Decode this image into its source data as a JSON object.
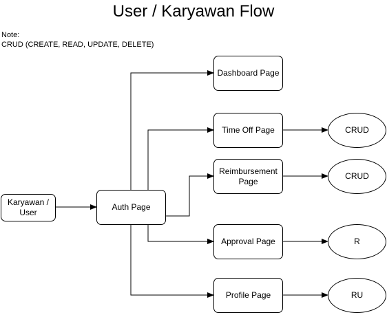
{
  "title": "User / Karyawan Flow",
  "note": {
    "heading": "Note:",
    "text": "CRUD (CREATE, READ, UPDATE, DELETE)"
  },
  "nodes": {
    "karyawan": "Karyawan / User",
    "auth": "Auth Page",
    "dashboard": "Dashboard Page",
    "timeoff": "Time Off Page",
    "reimbursement": "Reimbursement Page",
    "approval": "Approval Page",
    "profile": "Profile Page",
    "timeoff_ops": "CRUD",
    "reimbursement_ops": "CRUD",
    "approval_ops": "R",
    "profile_ops": "RU"
  },
  "edges": [
    {
      "from": "karyawan",
      "to": "auth"
    },
    {
      "from": "auth",
      "to": "dashboard"
    },
    {
      "from": "auth",
      "to": "timeoff"
    },
    {
      "from": "auth",
      "to": "reimbursement"
    },
    {
      "from": "auth",
      "to": "approval"
    },
    {
      "from": "auth",
      "to": "profile"
    },
    {
      "from": "timeoff",
      "to": "timeoff_ops"
    },
    {
      "from": "reimbursement",
      "to": "reimbursement_ops"
    },
    {
      "from": "approval",
      "to": "approval_ops"
    },
    {
      "from": "profile",
      "to": "profile_ops"
    }
  ]
}
